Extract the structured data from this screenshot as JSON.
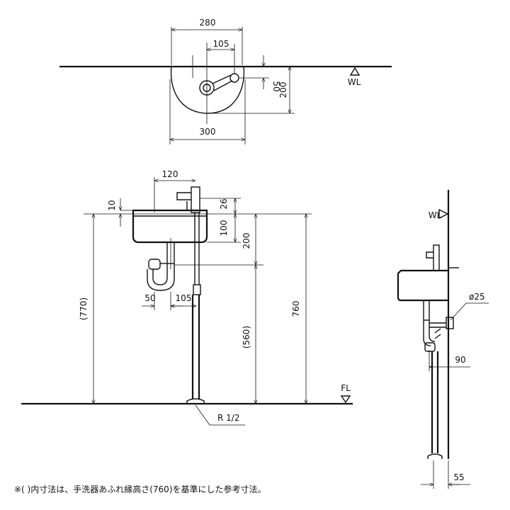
{
  "top_view": {
    "width_top": "280",
    "faucet_offset": "105",
    "depth_small": "50",
    "depth": "200",
    "width_bottom": "300",
    "water_line": "WL"
  },
  "front_view": {
    "faucet_spacing": "120",
    "rim_thickness": "10",
    "faucet_rise": "26",
    "bowl_depth": "100",
    "drain_height": "200",
    "trap_offset": "50",
    "supply_offset": "105",
    "overflow_height": "(770)",
    "trap_height": "(560)",
    "rim_height": "760",
    "floor_line": "FL",
    "thread_size": "R 1/2"
  },
  "side_view": {
    "water_line": "WL",
    "pipe_diameter": "ø25",
    "pipe_projection": "90",
    "floor_projection": "55"
  },
  "footnote": "※( )内寸法は、手洗器あふれ縁高さ(760)を基準にした参考寸法。"
}
